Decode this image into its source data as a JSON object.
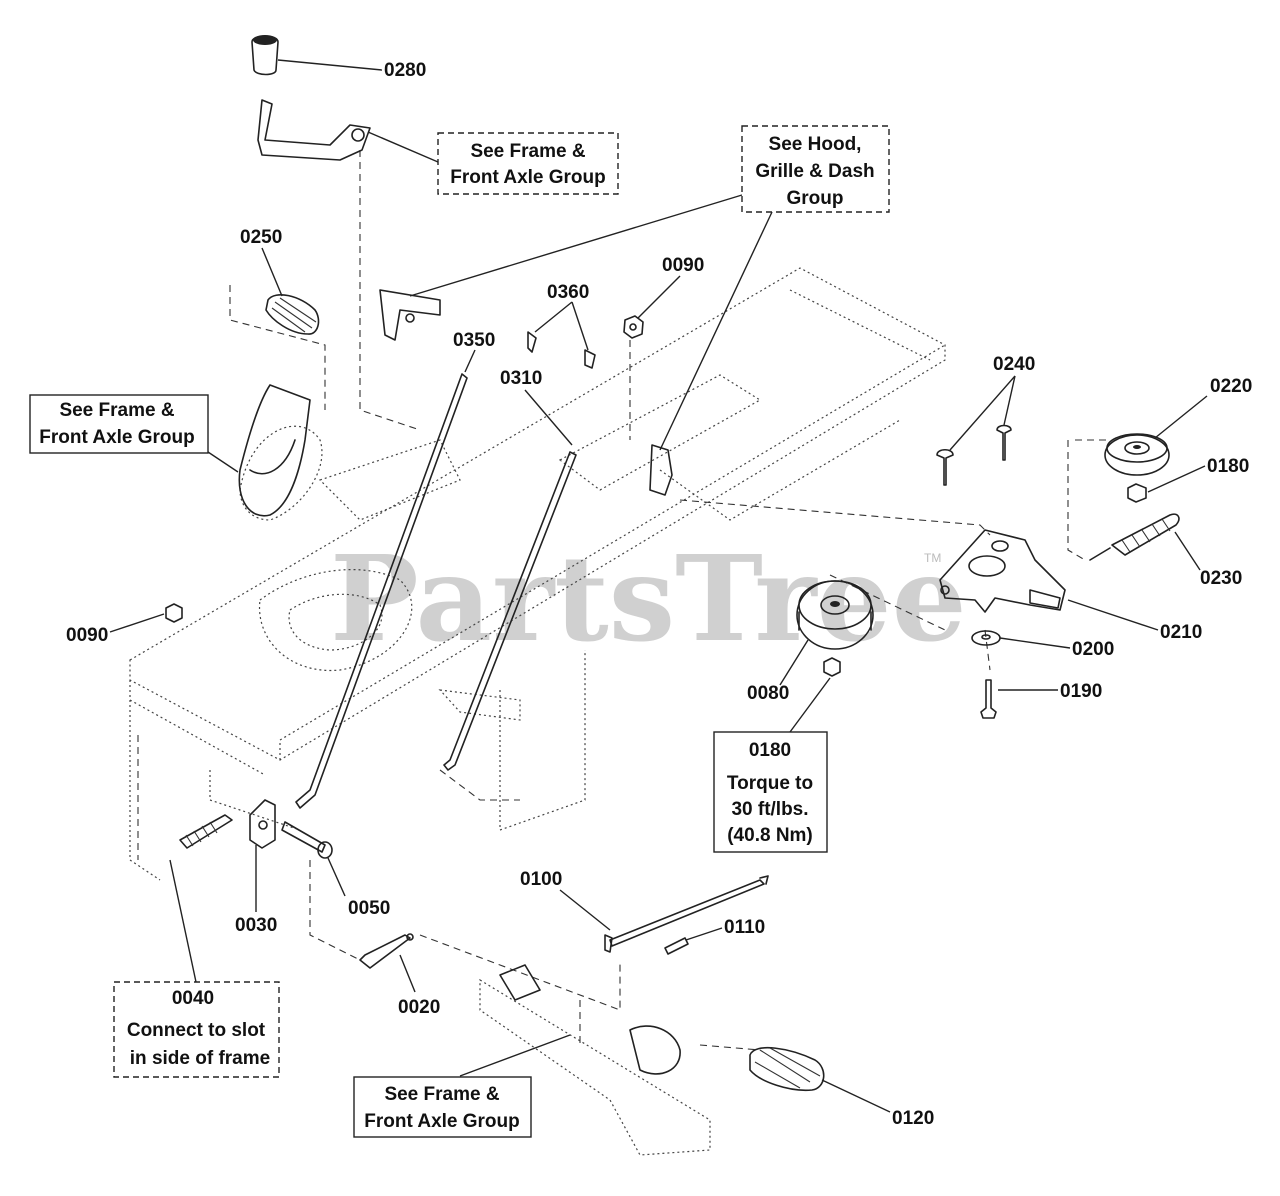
{
  "watermark": {
    "text": "PartsTree",
    "tm": "TM"
  },
  "labels": {
    "p0280": "0280",
    "p0250": "0250",
    "p0360": "0360",
    "p0090_top": "0090",
    "p0350": "0350",
    "p0310": "0310",
    "p0240": "0240",
    "p0220": "0220",
    "p0180_right": "0180",
    "p0230": "0230",
    "p0210": "0210",
    "p0200": "0200",
    "p0190": "0190",
    "p0090_left": "0090",
    "p0080": "0080",
    "p0030": "0030",
    "p0050": "0050",
    "p0100": "0100",
    "p0110": "0110",
    "p0020": "0020",
    "p0120": "0120"
  },
  "notes": {
    "frame_top": [
      "See Frame &",
      "Front Axle Group"
    ],
    "hood": [
      "See Hood,",
      "Grille & Dash",
      "Group"
    ],
    "frame_left": [
      "See Frame &",
      "Front Axle Group"
    ],
    "torque": [
      "0180",
      "Torque to",
      "30 ft/lbs.",
      "(40.8 Nm)"
    ],
    "connect": [
      "0040",
      "Connect to slot",
      "in side of frame"
    ],
    "frame_bottom": [
      "See Frame &",
      "Front Axle Group"
    ]
  }
}
